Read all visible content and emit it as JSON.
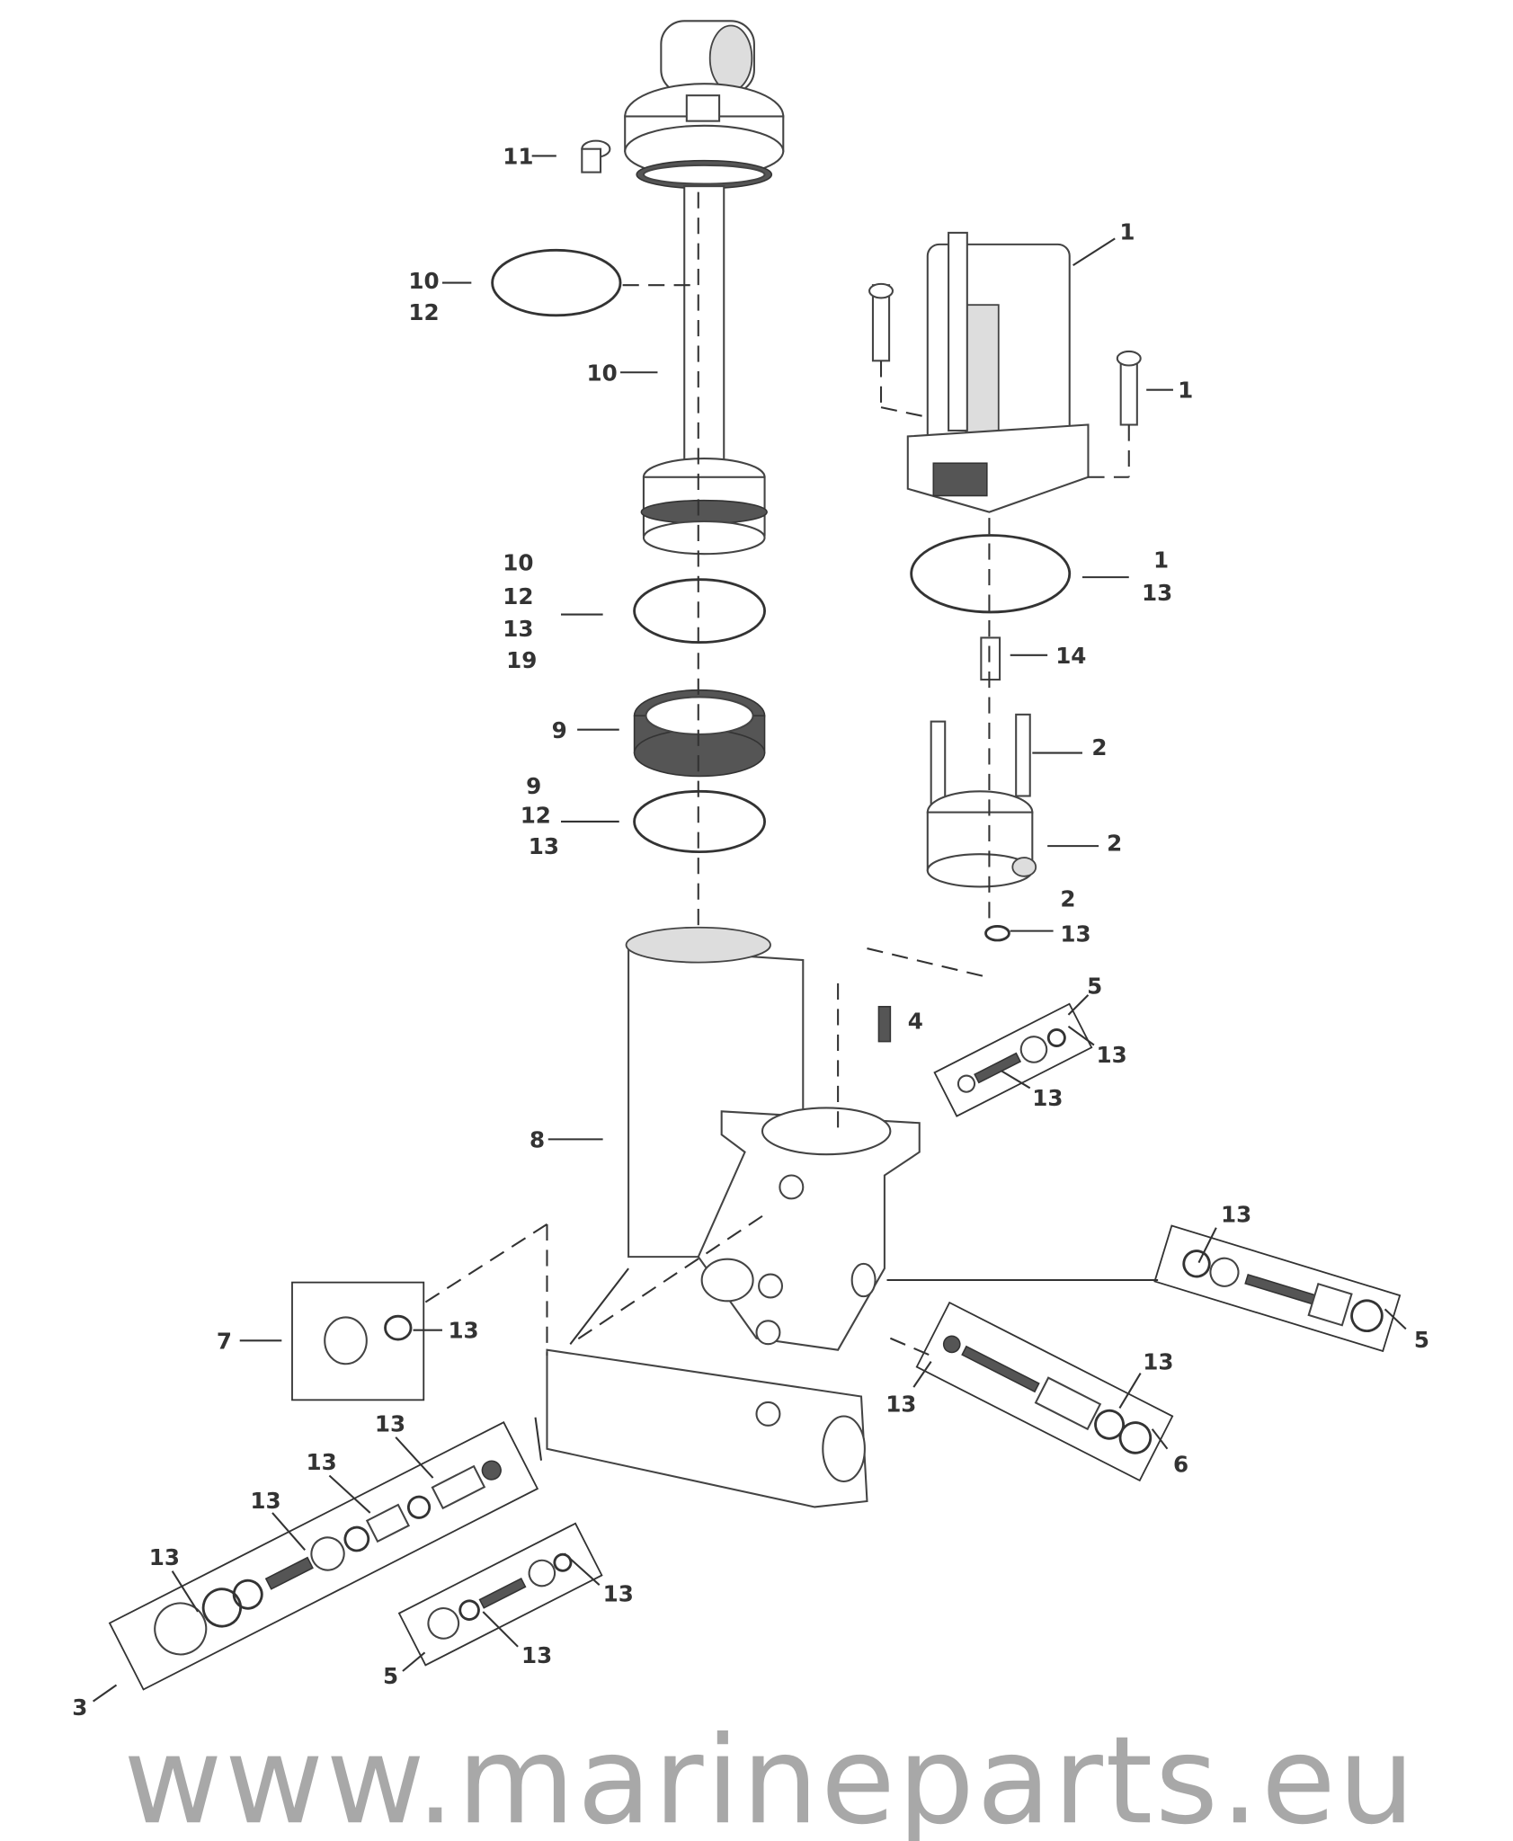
{
  "watermark": "www.marineparts.eu",
  "colors": {
    "line": "#333333",
    "watermark": "#9a9a9a",
    "background": "#ffffff"
  },
  "labels": [
    "11",
    "10",
    "12",
    "10",
    "1",
    "1",
    "10",
    "12",
    "13",
    "19",
    "1",
    "13",
    "14",
    "9",
    "2",
    "9",
    "12",
    "13",
    "2",
    "2",
    "13",
    "5",
    "4",
    "13",
    "13",
    "8",
    "13",
    "7",
    "13",
    "5",
    "13",
    "13",
    "13",
    "6",
    "13",
    "13",
    "13",
    "13",
    "13",
    "5",
    "3"
  ]
}
